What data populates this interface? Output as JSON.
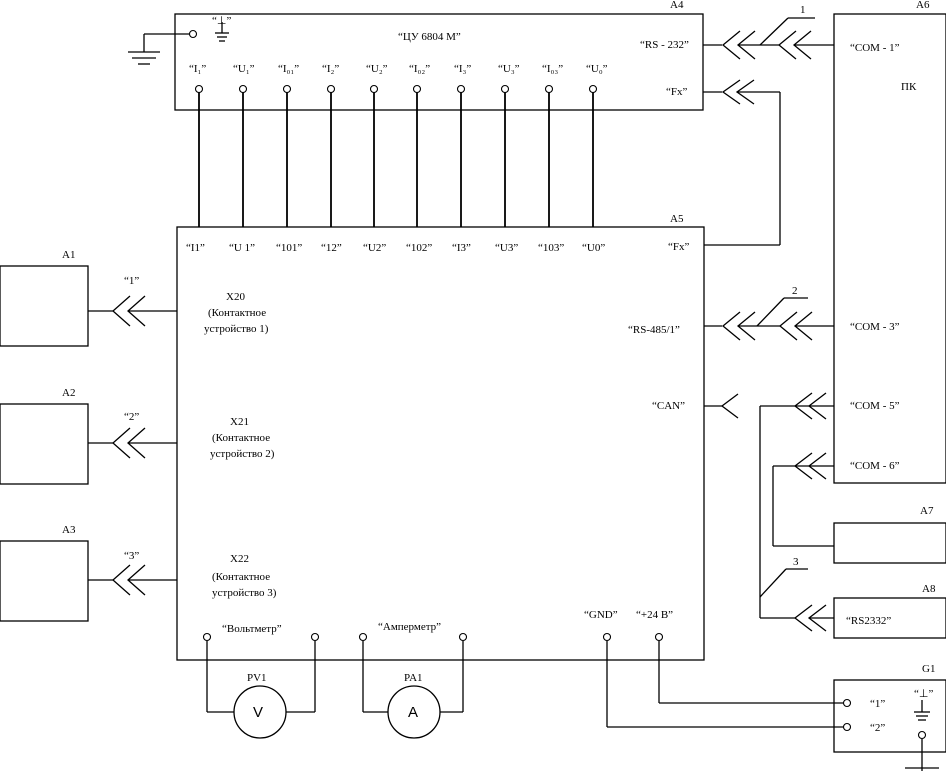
{
  "blocks": {
    "a4": {
      "designator": "A4",
      "title": "“ЦУ 6804 М”",
      "rs232": "“RS - 232”",
      "fx": "“Fx”",
      "channels": [
        "“I₁”",
        "“U₁”",
        "“I₀₁”",
        "“I₂”",
        "“U₂”",
        "“I₀₂”",
        "“I₃”",
        "“U₃”",
        "“I₀₃”",
        "“U₀”"
      ]
    },
    "a5": {
      "designator": "A5",
      "fx": "“Fx”",
      "rs485": "“RS-485/1”",
      "can": "“CAN”",
      "gnd": "“GND”",
      "plus24": "“+24 В”",
      "voltmeter": "“Вольтметр”",
      "ammeter": "“Амперметр”",
      "channels": [
        "“I1”",
        "“U 1”",
        "“101”",
        "“12”",
        "“U2”",
        "“102”",
        "“I3”",
        "“U3”",
        "“103”",
        "“U0”"
      ],
      "x20": [
        "X20",
        "(Контактное",
        "устройство 1)"
      ],
      "x21": [
        "X21",
        "(Контактное",
        "устройство 2)"
      ],
      "x22": [
        "X22",
        "(Контактное",
        "устройство 3)"
      ]
    },
    "a6": {
      "designator": "А6",
      "label": "ПК",
      "com1": "“COM - 1”",
      "com3": "“COM - 3”",
      "com5": "“COM - 5”",
      "com6": "“COM - 6”"
    },
    "a1": {
      "designator": "A1",
      "port": "“1”"
    },
    "a2": {
      "designator": "A2",
      "port": "“2”"
    },
    "a3": {
      "designator": "A3",
      "port": "“3”"
    },
    "a7": {
      "designator": "A7"
    },
    "a8": {
      "designator": "A8",
      "label": "“RS2332”"
    },
    "g1": {
      "designator": "G1",
      "t1": "“1”",
      "t2": "“2”",
      "ground": "“⊥”"
    },
    "pv1": {
      "designator": "PV1",
      "symbol": "V"
    },
    "pa1": {
      "designator": "PA1",
      "symbol": "A"
    }
  },
  "cables": {
    "c1": "1",
    "c2": "2",
    "c3": "3"
  },
  "a4_ground_label": "“⊥”"
}
